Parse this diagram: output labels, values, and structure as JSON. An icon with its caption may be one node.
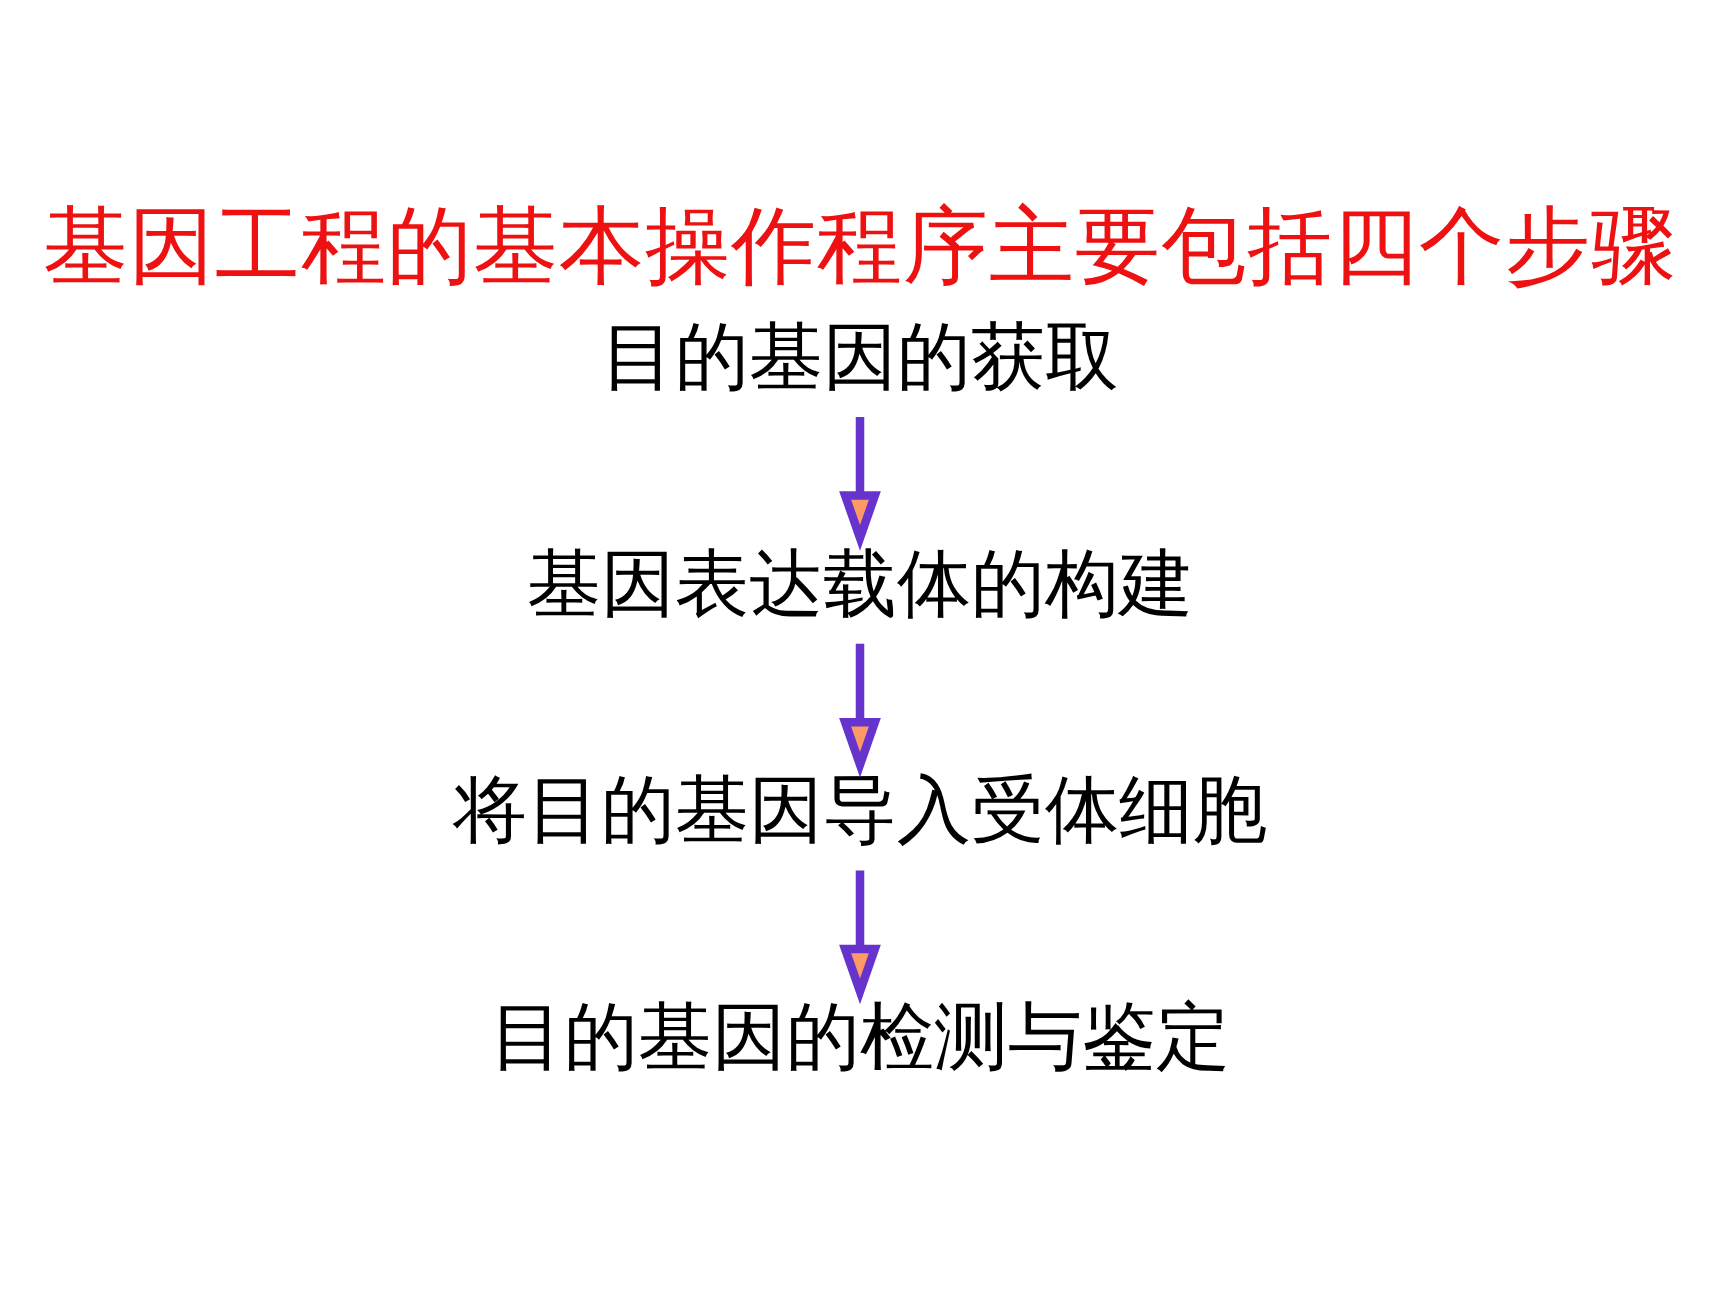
{
  "diagram": {
    "title": "基因工程的基本操作程序主要包括四个步骤",
    "nodes": [
      {
        "text": [
          "目的基因的获取"
        ]
      },
      {
        "text": [
          "基因表达载体的构建"
        ]
      },
      {
        "text": [
          "将目的基因导入受体细胞"
        ]
      },
      {
        "text": [
          "目的基因的检测与鉴定"
        ]
      }
    ],
    "edges": [
      {
        "from": 0,
        "to": 1,
        "arrow": "to"
      },
      {
        "from": 1,
        "to": 2,
        "arrow": "to"
      },
      {
        "from": 2,
        "to": 3,
        "arrow": "to"
      }
    ]
  }
}
